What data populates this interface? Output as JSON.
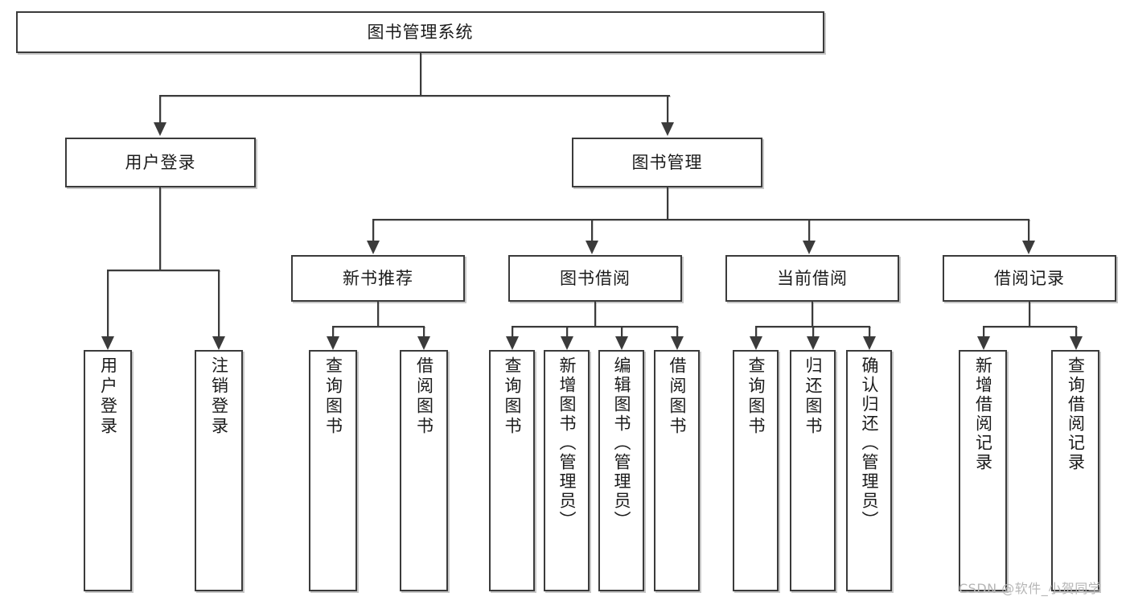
{
  "diagram": {
    "title": "图书管理系统",
    "type": "tree-hierarchy-chart",
    "root": {
      "label": "图书管理系统"
    },
    "level2": [
      {
        "label": "用户登录"
      },
      {
        "label": "图书管理"
      }
    ],
    "level3": [
      {
        "label": "新书推荐"
      },
      {
        "label": "图书借阅"
      },
      {
        "label": "当前借阅"
      },
      {
        "label": "借阅记录"
      }
    ],
    "leaves": {
      "user_login": [
        {
          "label": "用户登录"
        },
        {
          "label": "注销登录"
        }
      ],
      "new_book_recommend": [
        {
          "label": "查询图书"
        },
        {
          "label": "借阅图书"
        }
      ],
      "book_borrow": [
        {
          "label": "查询图书"
        },
        {
          "label": "新增图书（管理员）"
        },
        {
          "label": "编辑图书（管理员）"
        },
        {
          "label": "借阅图书"
        }
      ],
      "current_borrow": [
        {
          "label": "查询图书"
        },
        {
          "label": "归还图书"
        },
        {
          "label": "确认归还（管理员）"
        }
      ],
      "borrow_record": [
        {
          "label": "新增借阅记录"
        },
        {
          "label": "查询借阅记录"
        }
      ]
    }
  },
  "watermark": {
    "text": "CSDN @软件_小贺同学"
  },
  "colors": {
    "border": "#3b3b3b",
    "background": "#ffffff",
    "text": "#1b1b1b",
    "watermark": "#b6b6b6"
  }
}
